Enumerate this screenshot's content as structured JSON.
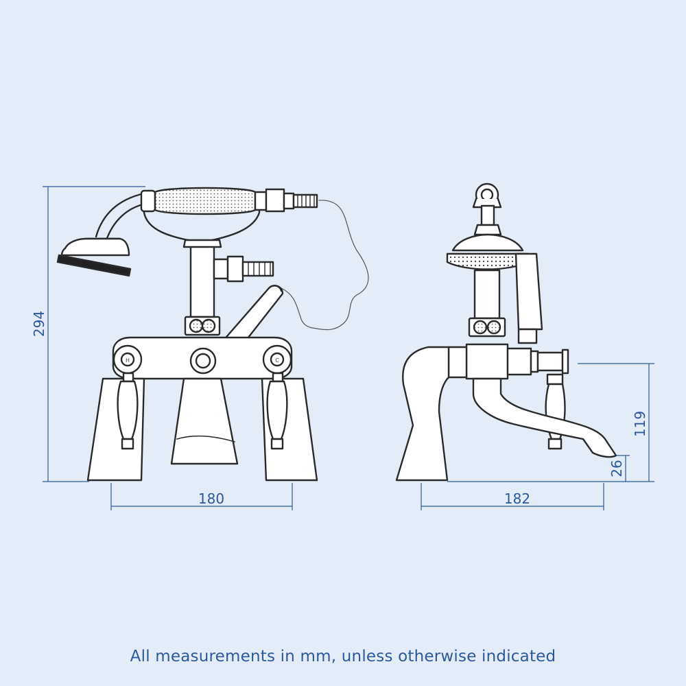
{
  "dimensions": {
    "height_total": "294",
    "width_front": "180",
    "width_side": "182",
    "spout_height": "119",
    "spout_clearance": "26"
  },
  "caption": "All measurements in mm, unless otherwise indicated",
  "colors": {
    "background": "#e3ecf7",
    "line": "#2a2a2a",
    "fill": "#ffffff",
    "dimension": "#2b5a9b"
  }
}
